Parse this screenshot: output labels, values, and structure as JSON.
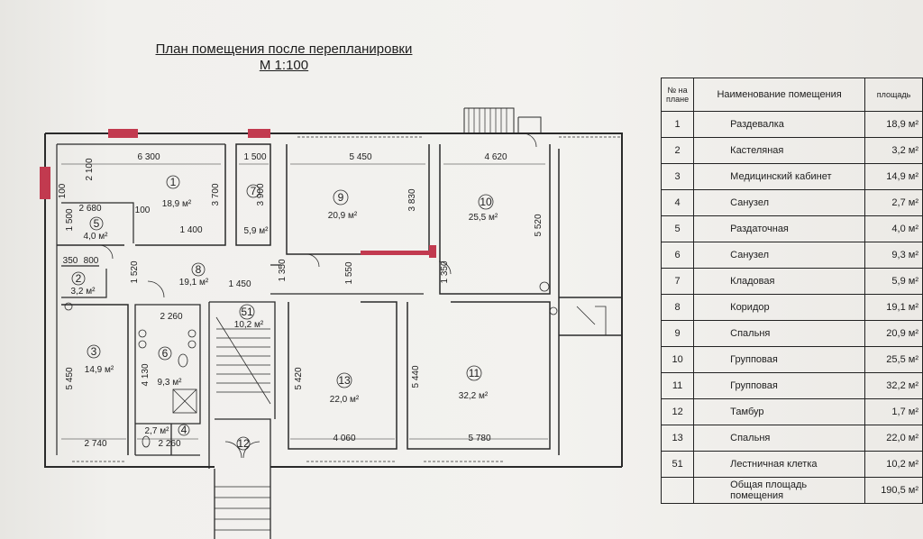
{
  "title": {
    "line1": "План помещения после перепланировки",
    "line2": "М 1:100"
  },
  "legend": {
    "headers": {
      "num": "№ на плане",
      "name": "Наименование помещения",
      "area": "площадь"
    },
    "rows": [
      {
        "num": "1",
        "name": "Раздевалка",
        "area": "18,9 м²"
      },
      {
        "num": "2",
        "name": "Кастеляная",
        "area": "3,2 м²"
      },
      {
        "num": "3",
        "name": "Медицинский кабинет",
        "area": "14,9 м²"
      },
      {
        "num": "4",
        "name": "Санузел",
        "area": "2,7 м²"
      },
      {
        "num": "5",
        "name": "Раздаточная",
        "area": "4,0 м²"
      },
      {
        "num": "6",
        "name": "Санузел",
        "area": "9,3 м²"
      },
      {
        "num": "7",
        "name": "Кладовая",
        "area": "5,9 м²"
      },
      {
        "num": "8",
        "name": "Коридор",
        "area": "19,1 м²"
      },
      {
        "num": "9",
        "name": "Спальня",
        "area": "20,9 м²"
      },
      {
        "num": "10",
        "name": "Групповая",
        "area": "25,5 м²"
      },
      {
        "num": "11",
        "name": "Групповая",
        "area": "32,2 м²"
      },
      {
        "num": "12",
        "name": "Тамбур",
        "area": "1,7 м²"
      },
      {
        "num": "13",
        "name": "Спальня",
        "area": "22,0 м²"
      },
      {
        "num": "51",
        "name": "Лестничная клетка",
        "area": "10,2 м²"
      }
    ],
    "total": {
      "name": "Общая площадь помещения",
      "area": "190,5 м²"
    }
  },
  "rooms": [
    {
      "num": "1",
      "area": "18,9 м²"
    },
    {
      "num": "2",
      "area": "3,2 м²"
    },
    {
      "num": "3",
      "area": "14,9 м²"
    },
    {
      "num": "4",
      "area": "2,7 м²"
    },
    {
      "num": "5",
      "area": "4,0 м²"
    },
    {
      "num": "6",
      "area": "9,3 м²"
    },
    {
      "num": "7",
      "area": "5,9 м²"
    },
    {
      "num": "8",
      "area": "19,1 м²"
    },
    {
      "num": "9",
      "area": "20,9 м²"
    },
    {
      "num": "10",
      "area": "25,5 м²"
    },
    {
      "num": "11",
      "area": "32,2 м²"
    },
    {
      "num": "12",
      "area": ""
    },
    {
      "num": "13",
      "area": "22,0 м²"
    },
    {
      "num": "51",
      "area": "10,2 м²"
    }
  ],
  "dims": [
    "6 300",
    "5 450",
    "4 620",
    "1 500",
    "2 100",
    "3 700",
    "3 900",
    "3 830",
    "5 520",
    "2 680",
    "1 500",
    "100",
    "100",
    "1 400",
    "350",
    "800",
    "1 520",
    "1 450",
    "1 350",
    "1 550",
    "1 350",
    "2 260",
    "4 130",
    "5 450",
    "5 420",
    "5 440",
    "2 740",
    "2 260",
    "4 060",
    "5 780"
  ],
  "colors": {
    "wall": "#2a2a2a",
    "highlight": "#c23a4f",
    "paper": "#f1f0ed"
  }
}
